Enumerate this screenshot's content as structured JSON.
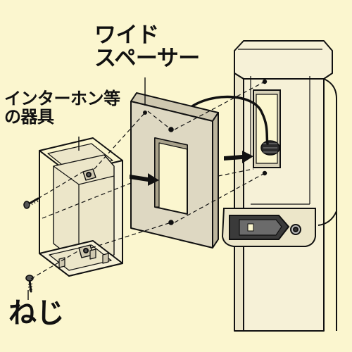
{
  "labels": {
    "wide_spacer_line1": "ワイド",
    "wide_spacer_line2": "スペーサー",
    "device_line1": "インターホン等",
    "device_line2": "の器具",
    "screw": "ねじ"
  },
  "colors": {
    "background": "#fbf6cf",
    "line": "#111111",
    "spacer_fill": "#ded8c2",
    "post_fill": "#f6f1d7",
    "frame_fill": "#fbf6cf"
  }
}
